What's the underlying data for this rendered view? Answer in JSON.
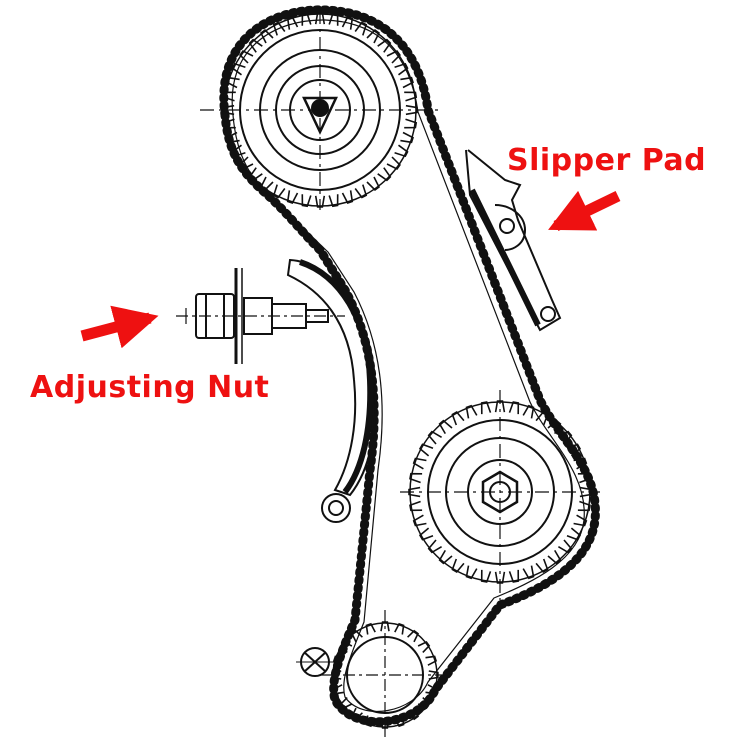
{
  "labels": {
    "slipper_pad": "Slipper Pad",
    "adjusting_nut": "Adjusting Nut"
  },
  "colors": {
    "annotation": "#ee1111",
    "line_art": "#111111",
    "background": "#ffffff"
  },
  "parts": [
    "upper-camshaft-sprocket",
    "lower-camshaft-sprocket",
    "crankshaft-sprocket",
    "timing-chain",
    "slipper-pad",
    "tensioner-arm",
    "tensioner-adjuster",
    "adjusting-nut"
  ]
}
